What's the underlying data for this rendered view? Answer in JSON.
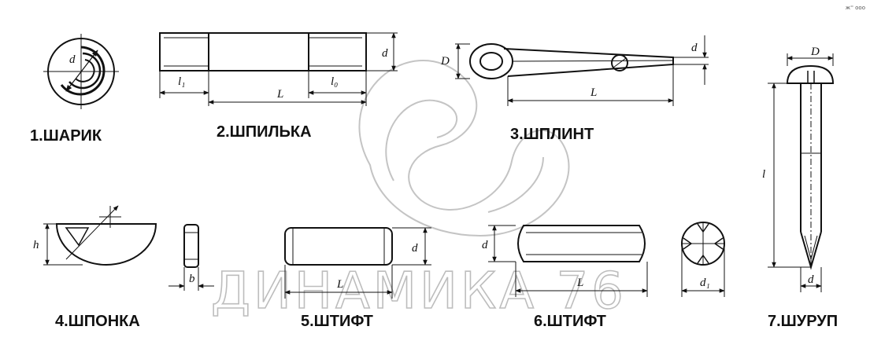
{
  "corner_mark": "ж'' ооо",
  "watermark": {
    "text": "ДИНАМИКА 76"
  },
  "parts": [
    {
      "caption": "1.ШАРИК",
      "dims": [
        "d"
      ]
    },
    {
      "caption": "2.ШПИЛЬКА",
      "dims": [
        "d",
        "l₁",
        "L",
        "l₀"
      ]
    },
    {
      "caption": "3.ШПЛИНТ",
      "dims": [
        "D",
        "d",
        "L"
      ]
    },
    {
      "caption": "4.ШПОНКА",
      "dims": [
        "h",
        "b"
      ]
    },
    {
      "caption": "5.ШТИФТ",
      "dims": [
        "d",
        "L"
      ]
    },
    {
      "caption": "6.ШТИФТ",
      "dims": [
        "d",
        "L",
        "d₁"
      ]
    },
    {
      "caption": "7.ШУРУП",
      "dims": [
        "D",
        "l",
        "d"
      ]
    }
  ]
}
